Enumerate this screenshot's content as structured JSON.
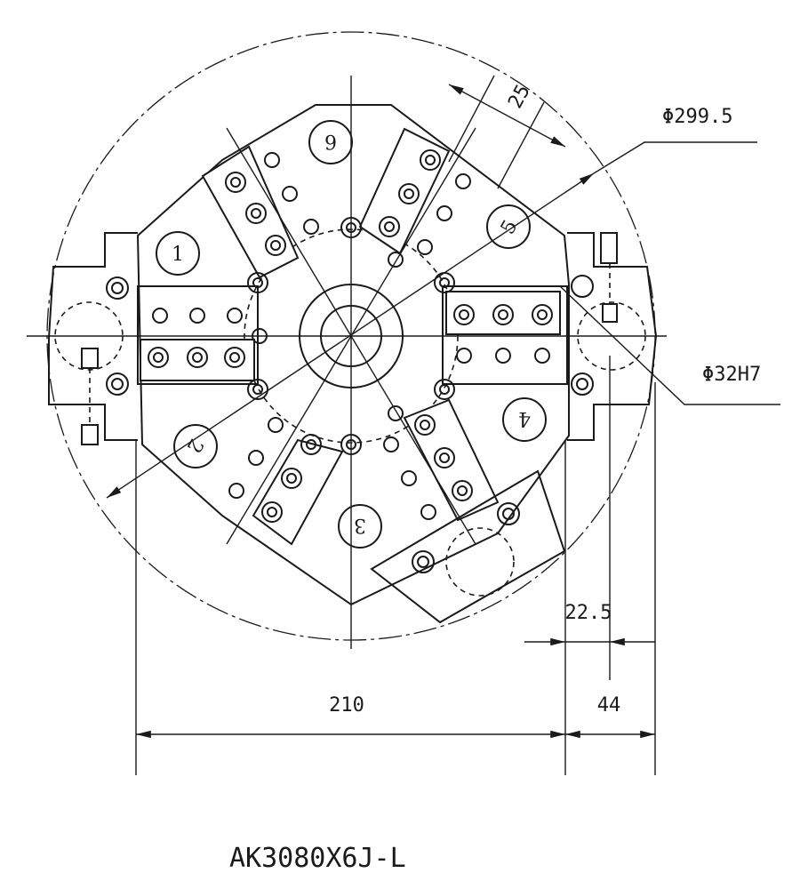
{
  "drawing": {
    "model": "AK3080X6J-L",
    "dimensions": {
      "outer_diameter": "Φ299.5",
      "bore": "Φ32H7",
      "slot_width": "25",
      "width_main": "210",
      "offset_small": "22.5",
      "offset_right": "44"
    },
    "stations": [
      "1",
      "2",
      "3",
      "4",
      "5",
      "6"
    ]
  }
}
